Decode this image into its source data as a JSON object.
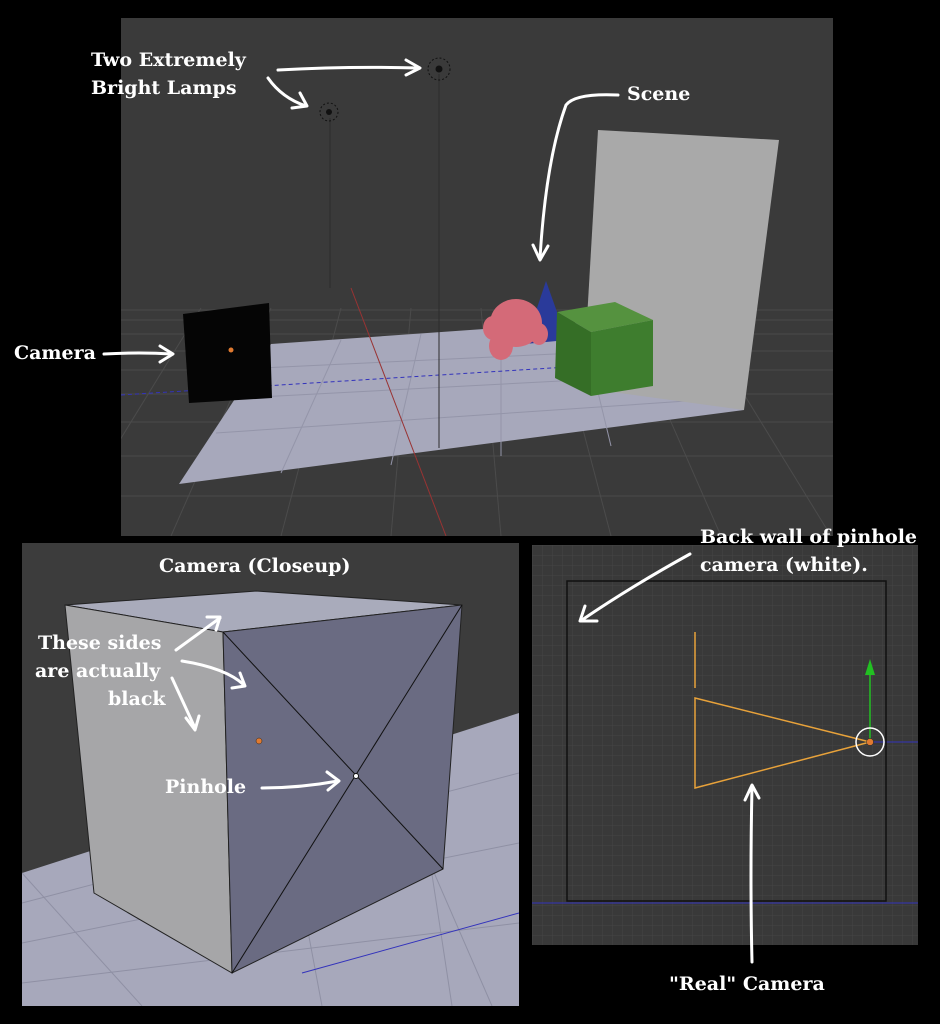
{
  "annotations": {
    "lamps_line1": "Two Extremely",
    "lamps_line2": "Bright Lamps",
    "scene": "Scene",
    "camera": "Camera",
    "camera_closeup": "Camera (Closeup)",
    "sides_line1": "These sides",
    "sides_line2": "are actually",
    "sides_line3": "black",
    "pinhole": "Pinhole",
    "back_wall_line1": "Back wall of pinhole",
    "back_wall_line2": "camera (white).",
    "real_camera": "\"Real\" Camera"
  },
  "colors": {
    "viewport_bg": "#3a3a3a",
    "grid": "#4a4a4a",
    "floor": "#a7a8bb",
    "back_wall": "#a9a9a9",
    "pinhole_box_front": "#6a6b82",
    "pinhole_box_side": "#a5a5a7",
    "monkey": "#d46a78",
    "cone": "#2a3a9a",
    "cube": "#3e7d2e",
    "camera_outline": "#e8a23a",
    "axis_x": "#a33",
    "axis_y": "#3c3",
    "axis_blue": "#33c"
  },
  "icons": [
    "lamp-icon",
    "camera-origin-icon",
    "camera-frustum-icon",
    "y-axis-arrow-icon"
  ]
}
